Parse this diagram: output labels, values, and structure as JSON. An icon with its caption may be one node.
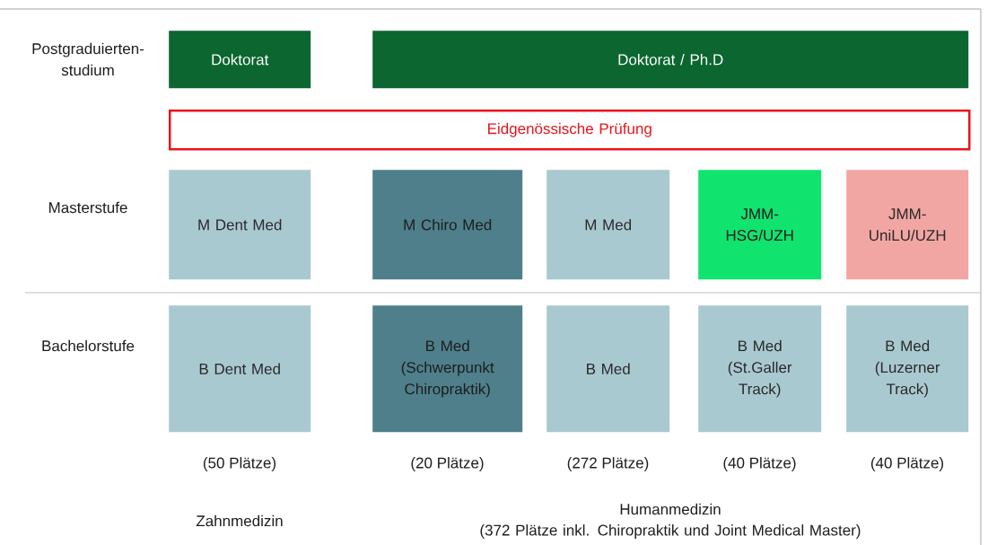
{
  "diagram": {
    "nodes": [
      {
        "text": [
          "Doktorat"
        ]
      },
      {
        "text": [
          "Doktorat / Ph.D"
        ]
      },
      {
        "text": [
          "Eidgenössische Prüfung"
        ]
      },
      {
        "text": [
          "M Dent Med"
        ]
      },
      {
        "text": [
          "M Chiro Med"
        ]
      },
      {
        "text": [
          "M Med"
        ]
      },
      {
        "text": [
          "JMM- HSG/UZH"
        ]
      },
      {
        "text": [
          "JMM- UniLU/UZH"
        ]
      },
      {
        "text": [
          "B Dent Med"
        ],
        "beside": [
          "(50 Plätze)"
        ]
      },
      {
        "text": [
          "B Med (Schwerpunkt Chiropraktik)"
        ],
        "beside": [
          "(20 Plätze)"
        ]
      },
      {
        "text": [
          "B Med"
        ],
        "beside": [
          "(272 Plätze)"
        ]
      },
      {
        "text": [
          "B Med (St.Galler Track)"
        ],
        "beside": [
          "(40 Plätze)"
        ]
      },
      {
        "text": [
          "B Med (Luzerner Track)"
        ],
        "beside": [
          "(40 Plätze)"
        ]
      }
    ],
    "labels": [
      "Postgraduierten- studium",
      "Masterstufe",
      "Bachelorstufe",
      "Humanmedizin",
      "Zahnmedizin",
      "(372 Plätze inkl. Chiropraktik und Joint Medical Master)"
    ]
  }
}
